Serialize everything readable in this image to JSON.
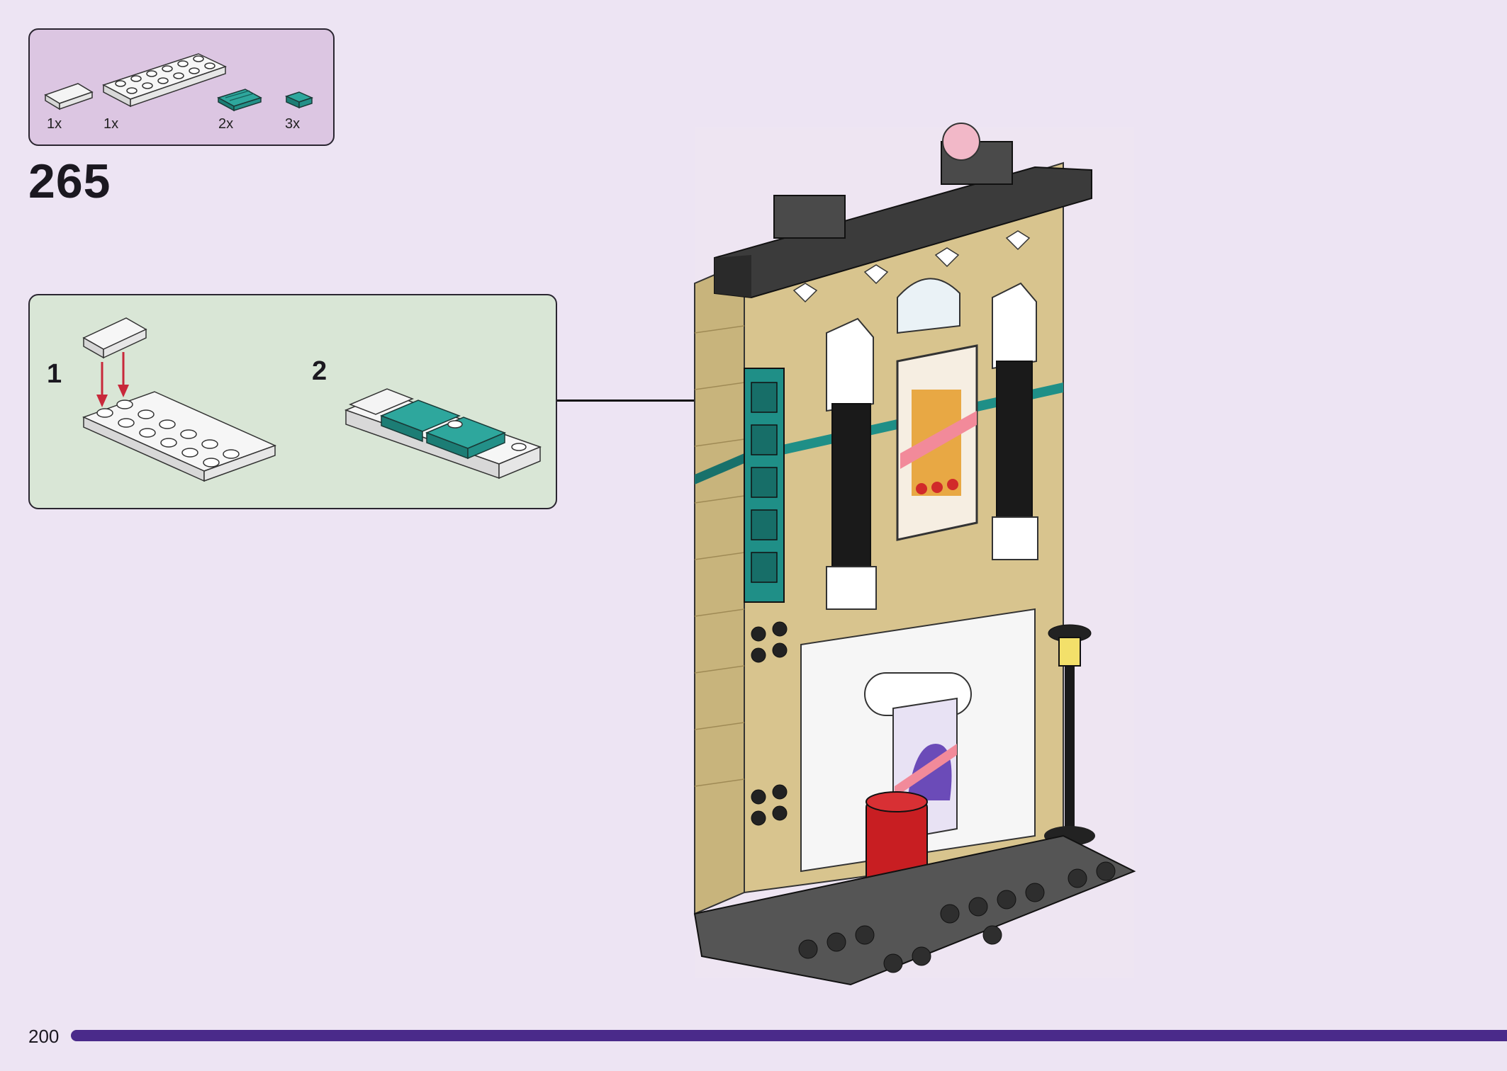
{
  "parts_list": {
    "items": [
      {
        "qty": "1x",
        "part": "white-tile-1x2"
      },
      {
        "qty": "1x",
        "part": "white-plate-2x6"
      },
      {
        "qty": "2x",
        "part": "teal-grille-tile-1x2"
      },
      {
        "qty": "3x",
        "part": "teal-tile-1x1"
      }
    ]
  },
  "step": {
    "number": "265"
  },
  "sub_steps": [
    {
      "number": "1"
    },
    {
      "number": "2"
    }
  ],
  "footer": {
    "page_number": "200"
  },
  "colors": {
    "page_background": "#ede4f3",
    "parts_box": "#dcc6e2",
    "callout_box": "#d9e6d6",
    "footer_bar": "#4a2a8a",
    "teal": "#1f8f87",
    "tan": "#d8c48e",
    "dark_gray": "#3b3b3b",
    "red_arrow": "#c8283a"
  }
}
